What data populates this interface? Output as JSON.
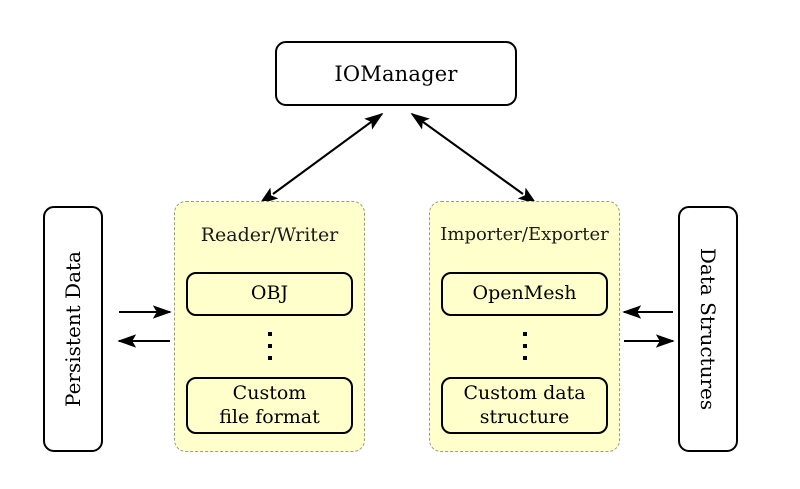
{
  "diagram": {
    "manager": {
      "label": "IOManager"
    },
    "left_store": {
      "label": "Persistent Data"
    },
    "right_store": {
      "label": "Data Structures"
    },
    "panels": [
      {
        "title": "Reader/Writer",
        "first_item": "OBJ",
        "ellipsis": "⋮",
        "last_item_line1": "Custom",
        "last_item_line2": "file format"
      },
      {
        "title": "Importer/Exporter",
        "first_item": "OpenMesh",
        "ellipsis": "⋮",
        "last_item_line1": "Custom data",
        "last_item_line2": "structure"
      }
    ],
    "connectors": [
      {
        "name": "manager-to-readerwriter",
        "style": "double-headed-diagonal"
      },
      {
        "name": "manager-to-importerexporter",
        "style": "double-headed-diagonal"
      },
      {
        "name": "persistent-data-to-readerwriter",
        "style": "single-headed-right"
      },
      {
        "name": "readerwriter-to-persistent-data",
        "style": "single-headed-left"
      },
      {
        "name": "data-structures-to-importerexporter",
        "style": "single-headed-left"
      },
      {
        "name": "importerexporter-to-data-structures",
        "style": "single-headed-right"
      }
    ],
    "colors": {
      "panel_fill": "#ffffcc",
      "panel_border": "#9a9a8a",
      "stroke": "#000000",
      "background": "#ffffff"
    }
  }
}
